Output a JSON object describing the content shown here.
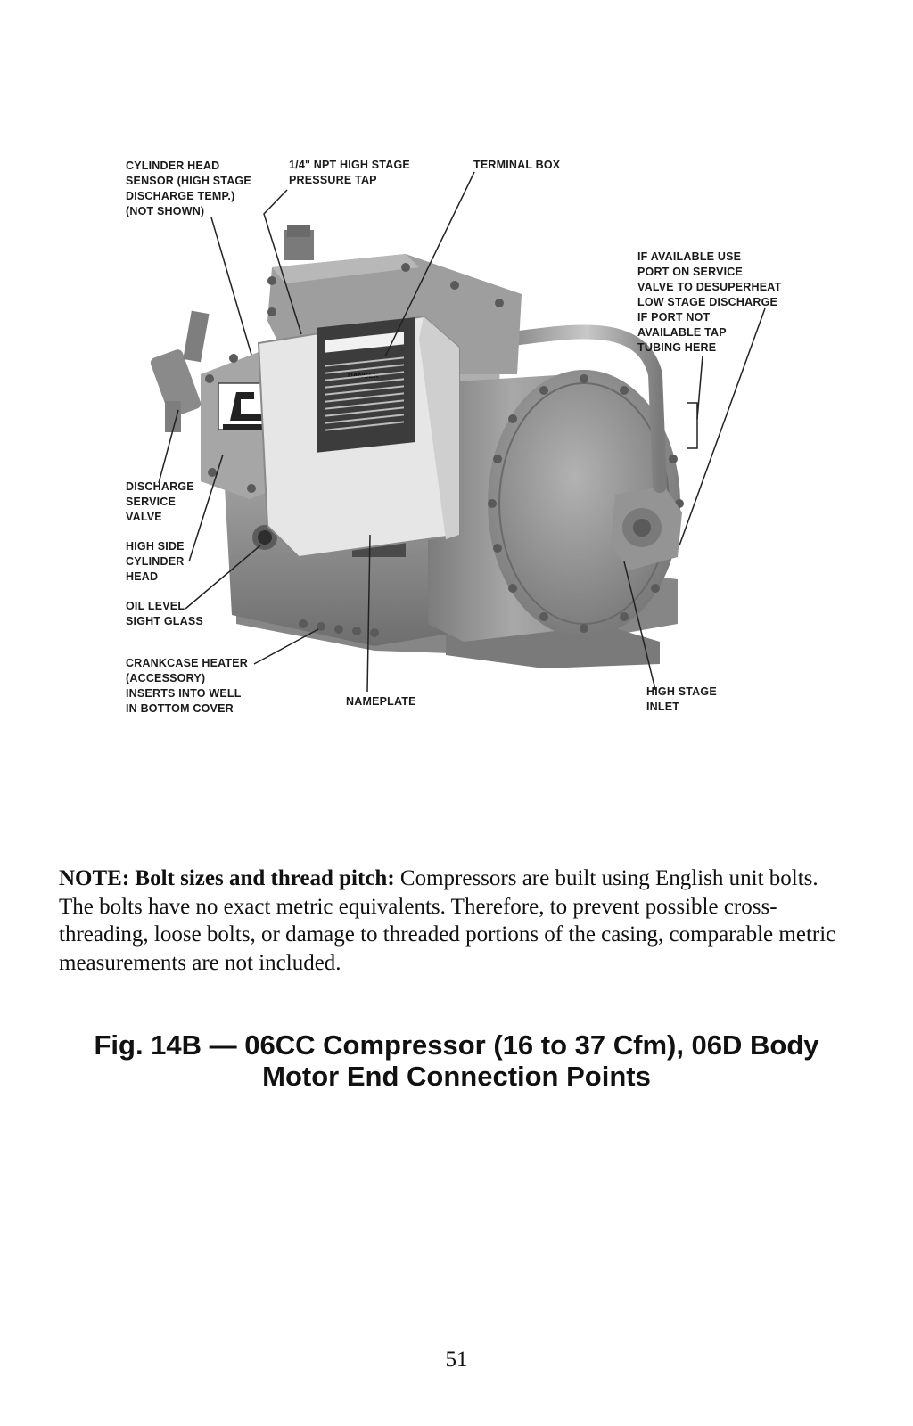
{
  "figure": {
    "callouts": {
      "cylinder_head_sensor": "CYLINDER HEAD\nSENSOR (HIGH STAGE\nDISCHARGE TEMP.)\n(NOT SHOWN)",
      "npt_tap": "1/4\" NPT HIGH STAGE\nPRESSURE TAP",
      "terminal_box": "TERMINAL BOX",
      "desuperheat_port": "IF AVAILABLE USE\nPORT ON SERVICE\nVALVE TO DESUPERHEAT\nLOW STAGE DISCHARGE\nIF PORT NOT\nAVAILABLE TAP\nTUBING HERE",
      "discharge_valve": "DISCHARGE\nSERVICE\nVALVE",
      "high_side_head": "HIGH SIDE\nCYLINDER\nHEAD",
      "oil_sight_glass": "OIL LEVEL\nSIGHT GLASS",
      "crankcase_heater": "CRANKCASE HEATER\n(ACCESSORY)\nINSERTS INTO WELL\nIN BOTTOM COVER",
      "nameplate": "NAMEPLATE",
      "high_stage_inlet": "HIGH STAGE\nINLET"
    },
    "label_text": {
      "danger": "DANGER"
    }
  },
  "note": {
    "lead": "NOTE: Bolt sizes and thread pitch:",
    "body": " Compressors are built using English unit bolts.  The bolts have no exact metric equivalents.  Therefore, to prevent possible cross-threading, loose bolts, or damage to threaded portions of the casing, comparable metric measurements are not included."
  },
  "caption": {
    "line1": "Fig. 14B — 06CC Compressor (16 to 37 Cfm), 06D Body",
    "line2": "Motor End Connection Points"
  },
  "page_number": "51"
}
